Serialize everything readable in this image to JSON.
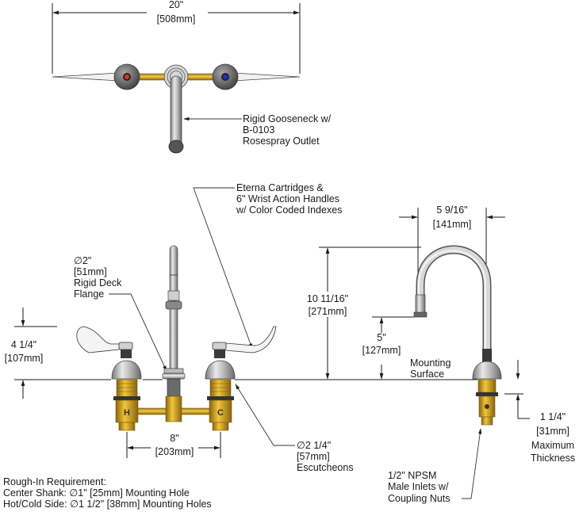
{
  "top_view": {
    "width_in": "20\"",
    "width_mm": "[508mm]",
    "callout_gooseneck": [
      "Rigid Gooseneck w/",
      "B-0103",
      "Rosespray Outlet"
    ],
    "hot_index_color": "#d9391f",
    "cold_index_color": "#1f2fd9"
  },
  "front_view": {
    "callout_cartridges": [
      "Eterna Cartridges &",
      "6\" Wrist Action Handles",
      "w/ Color Coded Indexes"
    ],
    "callout_flange": [
      "∅2\"",
      "[51mm]",
      "Rigid Deck",
      "Flange"
    ],
    "handle_height_in": "4 1/4\"",
    "handle_height_mm": "[107mm]",
    "centers_in": "8\"",
    "centers_mm": "[203mm]",
    "callout_escutcheons": [
      "∅2 1/4\"",
      "[57mm]",
      "Escutcheons"
    ],
    "hot_letter": "H",
    "cold_letter": "C"
  },
  "side_view": {
    "reach_in": "5 9/16\"",
    "reach_mm": "[141mm]",
    "height_in": "10 11/16\"",
    "height_mm": "[271mm]",
    "clearance_in": "5\"",
    "clearance_mm": "[127mm]",
    "mounting_surface": [
      "Mounting",
      "Surface"
    ],
    "thickness_in": "1 1/4\"",
    "thickness_mm": "[31mm]",
    "thickness_label": [
      "Maximum",
      "Thickness"
    ],
    "callout_inlets": [
      "1/2\" NPSM",
      "Male Inlets w/",
      "Coupling Nuts"
    ]
  },
  "rough_in": {
    "title": "Rough-In Requirement:",
    "center_shank": "Center Shank: ∅1\" [25mm] Mounting Hole",
    "hot_cold_side": "Hot/Cold Side: ∅1 1/2\" [38mm] Mounting Holes"
  },
  "colors": {
    "brass": "#d9a520",
    "brass_dark": "#8a6410",
    "chrome": "#c8c8c8",
    "chrome_dark": "#6e6e6e"
  }
}
